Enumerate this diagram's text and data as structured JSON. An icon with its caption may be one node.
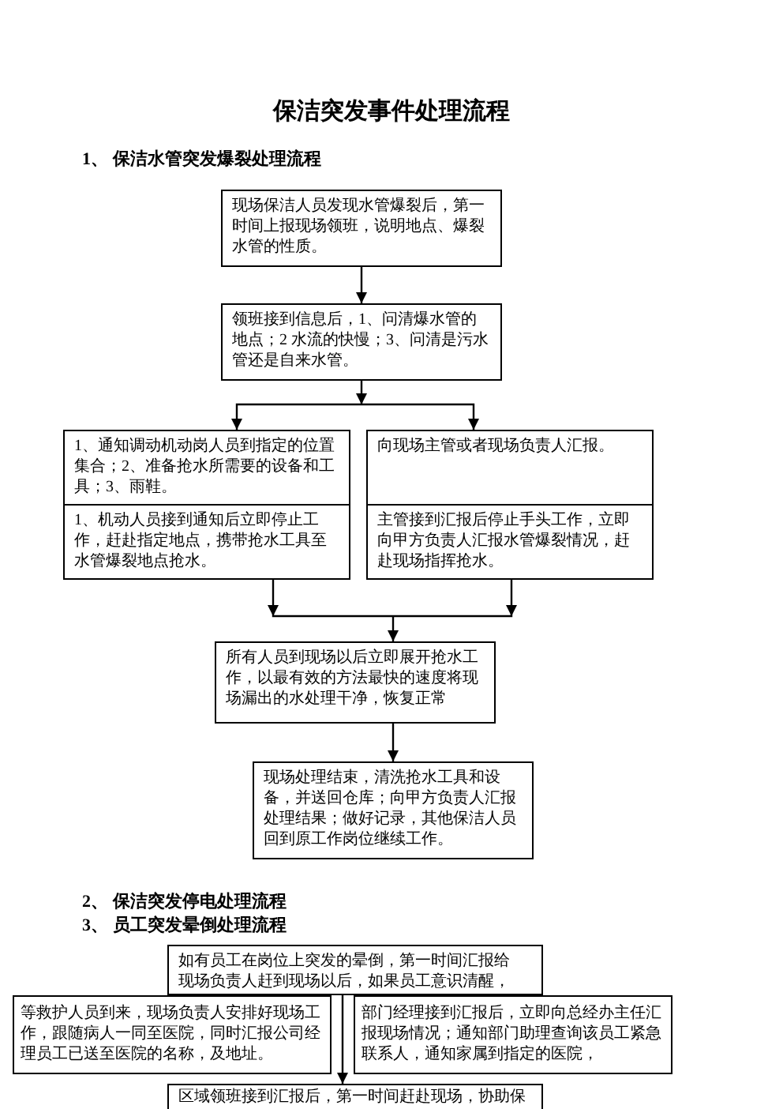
{
  "diagram": {
    "title": "保洁突发事件处理流程",
    "nodes": [
      {
        "text": [
          "现场保洁人员发现水管爆裂后，第一时间上报现场领班，说明地点、爆裂水管的性质。"
        ]
      },
      {
        "text": [
          "领班接到信息后，1、问清爆水管的地点；2 水流的快慢；3、问清是污水管还是自来水管。"
        ]
      },
      {
        "text": [
          "1、通知调动机动岗人员到指定的位置集合；2、准备抢水所需要的设备和工具；3、雨鞋。"
        ]
      },
      {
        "text": [
          "1、机动人员接到通知后立即停止工作，赶赴指定地点，携带抢水工具至水管爆裂地点抢水。"
        ]
      },
      {
        "text": [
          "向现场主管或者现场负责人汇报。"
        ]
      },
      {
        "text": [
          "主管接到汇报后停止手头工作，立即向甲方负责人汇报水管爆裂情况，赶赴现场指挥抢水。"
        ]
      },
      {
        "text": [
          "所有人员到现场以后立即展开抢水工作，以最有效的方法最快的速度将现场漏出的水处理干净，恢复正常"
        ]
      },
      {
        "text": [
          "现场处理结束，清洗抢水工具和设备，并送回仓库；向甲方负责人汇报处理结果；做好记录，其他保洁人员回到原工作岗位继续工作。"
        ]
      },
      {
        "text": [
          "如有员工在岗位上突发的晕倒，第一时间汇报给现场负责人赶到现场以后，如果员工意识清醒，"
        ]
      },
      {
        "text": [
          "等救护人员到来，现场负责人安排好现场工作，跟随病人一同至医院，同时汇报公司经理员工已送至医院的名称，及地址。"
        ]
      },
      {
        "text": [
          "部门经理接到汇报后，立即向总经办主任汇报现场情况；通知部门助理查询该员工紧急联系人，通知家属到指定的医院，"
        ]
      },
      {
        "text": [
          "区域领班接到汇报后，第一时间赶赴现场，协助保"
        ]
      }
    ],
    "edges": [
      {
        "from": 0,
        "to": 1,
        "arrow": "to"
      },
      {
        "from": 1,
        "to": 2,
        "arrow": "to"
      },
      {
        "from": 1,
        "to": 4,
        "arrow": "to"
      },
      {
        "from": 3,
        "to": 6,
        "arrow": "to"
      },
      {
        "from": 5,
        "to": 6,
        "arrow": "to"
      },
      {
        "from": 6,
        "to": 7,
        "arrow": "to"
      },
      {
        "from": 8,
        "to": 11,
        "arrow": "to"
      }
    ],
    "labels": [
      "1、 保洁水管突发爆裂处理流程",
      "2、 保洁突发停电处理流程",
      "3、 员工突发晕倒处理流程"
    ]
  }
}
